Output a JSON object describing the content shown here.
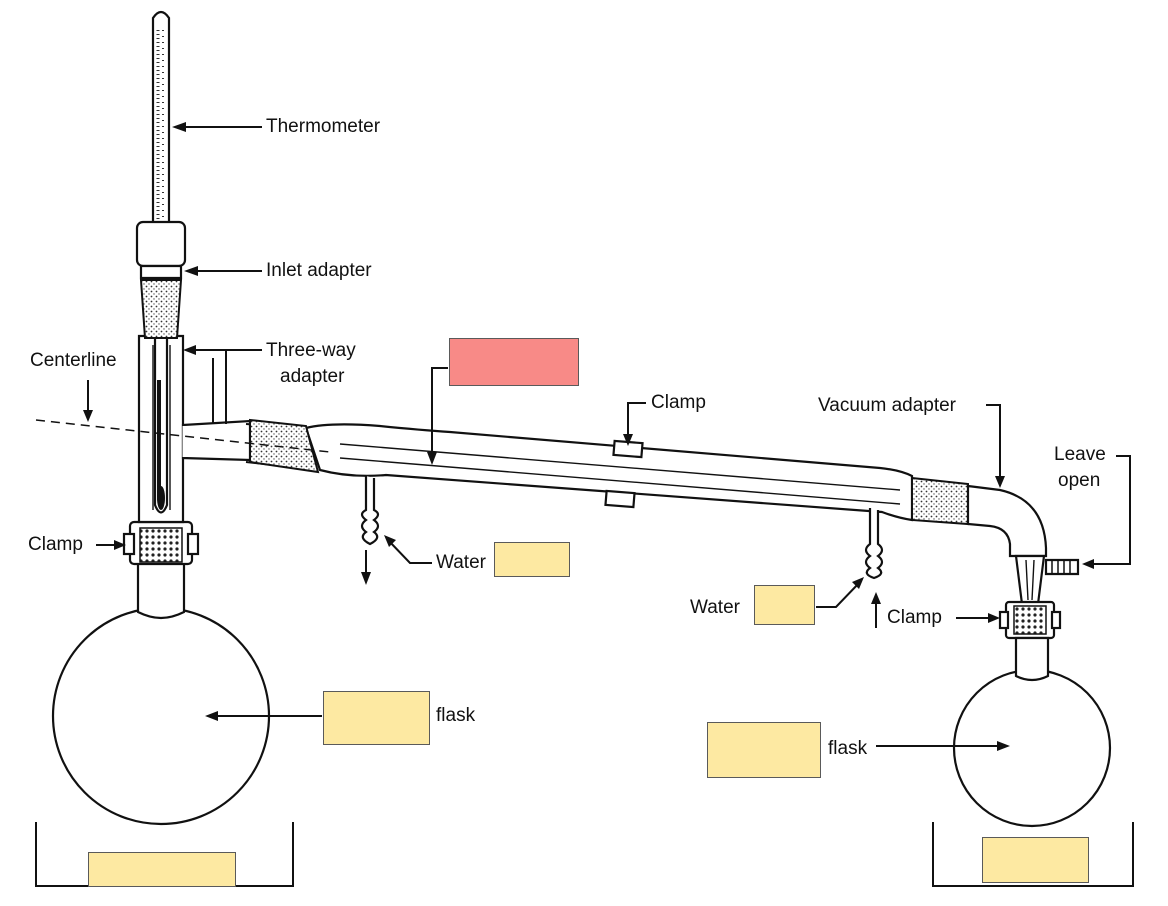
{
  "labels": {
    "thermometer": "Thermometer",
    "inlet_adapter": "Inlet adapter",
    "three_way_line1": "Three-way",
    "three_way_line2": "adapter",
    "centerline": "Centerline",
    "clamp_top": "Clamp",
    "vacuum_adapter": "Vacuum adapter",
    "leave_open_line1": "Leave",
    "leave_open_line2": "open",
    "clamp_left": "Clamp",
    "water_left": "Water",
    "water_right": "Water",
    "clamp_right": "Clamp",
    "flask_left": "flask",
    "flask_right": "flask"
  },
  "colors": {
    "highlight_box": "#f88a87",
    "answer_box": "#fde9a2",
    "ink": "#111111"
  }
}
